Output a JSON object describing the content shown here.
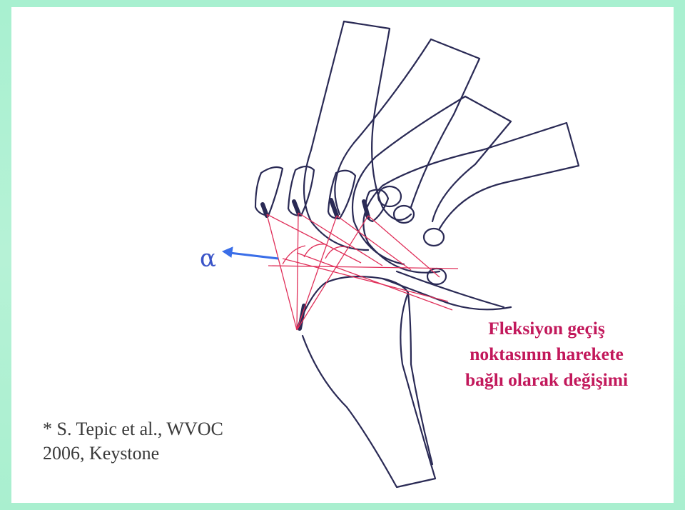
{
  "slide": {
    "alpha_label": "α",
    "caption_lines": [
      "Fleksiyon geçiş",
      "noktasının harekete",
      "bağlı olarak değişimi"
    ],
    "citation_lines": [
      "* S. Tepic et al., WVOC",
      "2006, Keystone"
    ],
    "colors": {
      "background": "#a8f0d0",
      "caption": "#c2185b",
      "lines": "#e0305a",
      "bone_outline": "#2a2a55",
      "arrow": "#3a6ee8"
    }
  }
}
